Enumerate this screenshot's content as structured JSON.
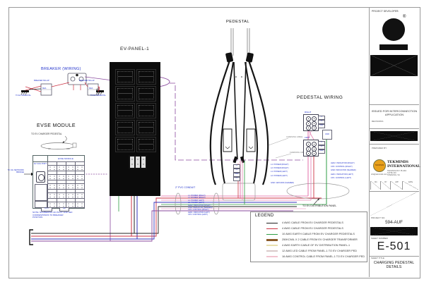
{
  "colors": {
    "label_blue": "#2233cc",
    "wire_red": "#cc3344",
    "wire_pink": "#e060a0",
    "wire_pink_light": "#f2aacc",
    "wire_green": "#2f9e44",
    "wire_blue": "#3333bb",
    "wire_purple": "#8a4a9e",
    "wire_black": "#222222",
    "wire_yellow": "#c8a832",
    "legend_brown": "#8a5a2a",
    "brand_yellow": "#e8a11c"
  },
  "titles": {
    "breaker_wiring": "BREAKER (WIRING)",
    "ev_panel": "EV-PANEL-1",
    "evse_module": "EVSE MODULE",
    "pedestal": "PEDESTAL",
    "pedestal_wiring": "PEDESTAL WIRING",
    "legend": "LEGEND"
  },
  "labels": {
    "to_ev_charger_pedestal": "TO EV CHARGER PEDESTAL",
    "to_4g_network_bridge": "TO 4G NETWORK BRIDGE",
    "to_ev_distribution_panel": "TO EV DISTRIBUTION PANEL",
    "pvc_conduit": "2\" PVC CONDUIT",
    "note": "NOTE: NUMBERING OF PILOT AND LED CORRESPONDS TO BREAKER POSITION",
    "right_block": "RIGHT",
    "left_block": "LEFT",
    "gnd_box": "GND",
    "breaker_left": "60A",
    "breaker_right": "60A",
    "breaker_tag_left": "BREAKER 60A-2P",
    "breaker_tag_right": "BREAKER 60A-2P",
    "to_ev_pedestal_left": "TO EV PEDESTAL",
    "to_ev_pedestal_right": "TO EV PEDESTAL",
    "evse_header": "EVSE MODULE",
    "evse_port": "EV CHG PORT",
    "pilot": "PILOT",
    "led": "LED",
    "cp_tick": "CP",
    "led_tick": "LED",
    "cable_tag_1": "CHARGING CABLE",
    "cable_tag_2": "CHARGING CABLE",
    "pin_l1": "L1",
    "pin_l2": "L2",
    "pin_gnd": "GND",
    "pin_cp": "CP"
  },
  "wire_labels": {
    "power": [
      "L1: POWER (RIGHT)",
      "L2: POWER (RIGHT)",
      "L1: POWER (LEFT)",
      "L2: POWER (LEFT)"
    ],
    "ground_shared": "GND: GROUND (SHARED)",
    "control": [
      "LED2: INDICATOR (RIGHT)",
      "CP2: CONTROL (RIGHT)",
      "GND: INDICATOR (SHARED)",
      "LED1: INDICATOR (LEFT)",
      "CP1: CONTROL (LEFT)"
    ],
    "conduit_bundle": [
      "L1: POWER (RIGHT)",
      "L2: POWER (RIGHT)",
      "L1: POWER (LEFT)",
      "L2: POWER (LEFT)",
      "LED2: INDICATOR (RIGHT)",
      "GND: INDICATOR (SHARED)",
      "CP2: CONTROL (RIGHT)",
      "LED1: INDICATOR (LEFT)",
      "CP1: CONTROL (LEFT)"
    ]
  },
  "legend_items": [
    {
      "color": "#222222",
      "label": "4 AWG CABLE FROM EV CHARGER PEDESTALS"
    },
    {
      "color": "#cc3344",
      "label": "4 AWG CABLE FROM EV CHARGER PEDESTALS"
    },
    {
      "color": "#2f9e44",
      "label": "10 AWG EARTH CABLE FROM EV CHARGER PEDESTALS"
    },
    {
      "color": "#8a5a2a",
      "label": "250KCMIL X 2 CABLE FROM EV CHARGER TRANSFORMER"
    },
    {
      "color": "#e8dfae",
      "label": "4 AWG EARTH CABLE OF EV DISTRIBUTION PANEL-1"
    },
    {
      "color": "#d9c9c9",
      "label": "12 AWG LED CABLE FROM PANEL-1 TO EV CHARGER PED"
    },
    {
      "color": "#f2c3cf",
      "label": "16 AWG CONTROL CABLE FROM PANEL-1 TO EV CHARGER PED"
    }
  ],
  "title_block": {
    "project_developer": "PROJECT DEVELOPER:",
    "registered": "®",
    "issued_for": "ISSUED FOR INTERCONNECTION APPLICATION",
    "revisions_label": "REVISIONS",
    "prepared_by": "PREPARED BY:",
    "company_line1": "TEKMINDS",
    "company_line2": "INTERNATIONAL",
    "company_logo_text": "TEKMINDS",
    "contact": "info@tekminds.com",
    "address_1": "TECHNOLOGY PLAZA",
    "address_2": "SUITE 210",
    "address_3": "STERLING, VA",
    "rev_cols": [
      "NO.",
      "BY",
      "APP",
      "DATE"
    ],
    "project_no_label": "PROJECT NO.",
    "project_no": "594-AUF",
    "sheet_no_label": "SHEET NUMBER",
    "sheet_no": "E-501",
    "sheet_title_label": "SHEET TITLE",
    "sheet_title": "CHARGING PEDESTAL DETAILS"
  }
}
